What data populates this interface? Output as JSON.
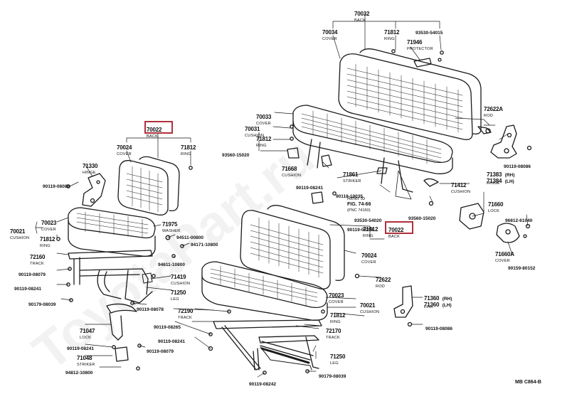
{
  "watermark": "ToyotaPart.ru",
  "figure_code": "MB  C864-B",
  "reference": {
    "line1": "Refer to",
    "line2": "FIG. 74-66",
    "line3": "(PNC 74160)"
  },
  "parts": {
    "p70032_top": {
      "num": "70032",
      "desc": "BACK"
    },
    "p70034_top": {
      "num": "70034",
      "desc": "COVER"
    },
    "p71812_topa": {
      "num": "71812",
      "desc": "RING"
    },
    "p93530_top": {
      "num": "93530-54015",
      "desc": ""
    },
    "p71946": {
      "num": "71946",
      "desc": "PROTECTOR"
    },
    "p72622A": {
      "num": "72622A",
      "desc": "ROD"
    },
    "p70033": {
      "num": "70033",
      "desc": "COVER"
    },
    "p70031": {
      "num": "70031",
      "desc": "CUSHION"
    },
    "p71812_mid": {
      "num": "71812",
      "desc": "RING"
    },
    "p93560_15020a": {
      "num": "93560-15020",
      "desc": ""
    },
    "p71668": {
      "num": "71668",
      "desc": "CUSHION"
    },
    "p71861": {
      "num": "71861",
      "desc": "STRIKER"
    },
    "p90119_08241a": {
      "num": "90119-08241",
      "desc": ""
    },
    "p90119_08086_r": {
      "num": "90119-08086",
      "desc": ""
    },
    "p71383": {
      "num": "71383",
      "desc": "(RH)"
    },
    "p71384": {
      "num": "71384",
      "desc": "(LH)"
    },
    "p_hinge_r": {
      "num": "",
      "desc": "HINGE"
    },
    "p71412": {
      "num": "71412",
      "desc": "CUSHION"
    },
    "p90118_10035": {
      "num": "90118-10035",
      "desc": ""
    },
    "p71660": {
      "num": "71660",
      "desc": "LOCK"
    },
    "p93560_15020b": {
      "num": "93560-15020",
      "desc": ""
    },
    "p90119_08258": {
      "num": "90119-08258",
      "desc": ""
    },
    "p93530_54020": {
      "num": "93530-54020",
      "desc": ""
    },
    "p96812_61040": {
      "num": "96812-61040",
      "desc": ""
    },
    "p71812_right": {
      "num": "71812",
      "desc": "RING"
    },
    "p70022_right": {
      "num": "70022",
      "desc": "BACK"
    },
    "p71660A": {
      "num": "71660A",
      "desc": "COVER"
    },
    "p90159_80152": {
      "num": "90159-80152",
      "desc": ""
    },
    "p70022_left": {
      "num": "70022",
      "desc": "BACK"
    },
    "p70024_left": {
      "num": "70024",
      "desc": "COVER"
    },
    "p71812_left": {
      "num": "71812",
      "desc": "RING"
    },
    "p71330": {
      "num": "71330",
      "desc": "HINGE"
    },
    "p90119_08086_l": {
      "num": "90119-08086",
      "desc": ""
    },
    "p70023_left": {
      "num": "70023",
      "desc": "COVER"
    },
    "p70021_left": {
      "num": "70021",
      "desc": "CUSHION"
    },
    "p71812_l2": {
      "num": "71812",
      "desc": "RING"
    },
    "p71975": {
      "num": "71975",
      "desc": "WASHER"
    },
    "p94511_00800": {
      "num": "94511-00800",
      "desc": ""
    },
    "p94171_10800": {
      "num": "94171-10800",
      "desc": ""
    },
    "p94611_10800": {
      "num": "94611-10800",
      "desc": ""
    },
    "p72160": {
      "num": "72160",
      "desc": "TRACK"
    },
    "p90119_08079a": {
      "num": "90119-08079",
      "desc": ""
    },
    "p90119_08241b": {
      "num": "90119-08241",
      "desc": ""
    },
    "p71419": {
      "num": "71419",
      "desc": "CUSHION"
    },
    "p71250_left": {
      "num": "71250",
      "desc": "LEG"
    },
    "p90179_08039a": {
      "num": "90179-08039",
      "desc": ""
    },
    "p90119_08078": {
      "num": "90119-08078",
      "desc": ""
    },
    "p70024_right": {
      "num": "70024",
      "desc": "COVER"
    },
    "p72622_right": {
      "num": "72622",
      "desc": "ROD"
    },
    "p70023_right": {
      "num": "70023",
      "desc": "COVER"
    },
    "p70021_right": {
      "num": "70021",
      "desc": "CUSHION"
    },
    "p71812_r2": {
      "num": "71812",
      "desc": "RING"
    },
    "p71360": {
      "num": "71360",
      "desc": "(RH)"
    },
    "p71361": {
      "num": "71360",
      "desc": "(LH)"
    },
    "p_link": {
      "num": "",
      "desc": "LINK"
    },
    "p72190": {
      "num": "72190",
      "desc": "TRACK"
    },
    "p71047": {
      "num": "71047",
      "desc": "LOCK"
    },
    "p90119_08265": {
      "num": "90119-08265",
      "desc": ""
    },
    "p90119_08241c": {
      "num": "90119-08241",
      "desc": ""
    },
    "p90119_08241d": {
      "num": "90119-08241",
      "desc": ""
    },
    "p90119_08079b": {
      "num": "90119-08079",
      "desc": ""
    },
    "p71048": {
      "num": "71048",
      "desc": "STRIKER"
    },
    "p94812_10800": {
      "num": "94812-10800",
      "desc": ""
    },
    "p72170": {
      "num": "72170",
      "desc": "TRACK"
    },
    "p71250_right": {
      "num": "71250",
      "desc": "LEG"
    },
    "p90119_08242": {
      "num": "90119-08242",
      "desc": ""
    },
    "p90179_08039b": {
      "num": "90179-08039",
      "desc": ""
    },
    "p90119_08086_b": {
      "num": "90119-08086",
      "desc": ""
    }
  }
}
